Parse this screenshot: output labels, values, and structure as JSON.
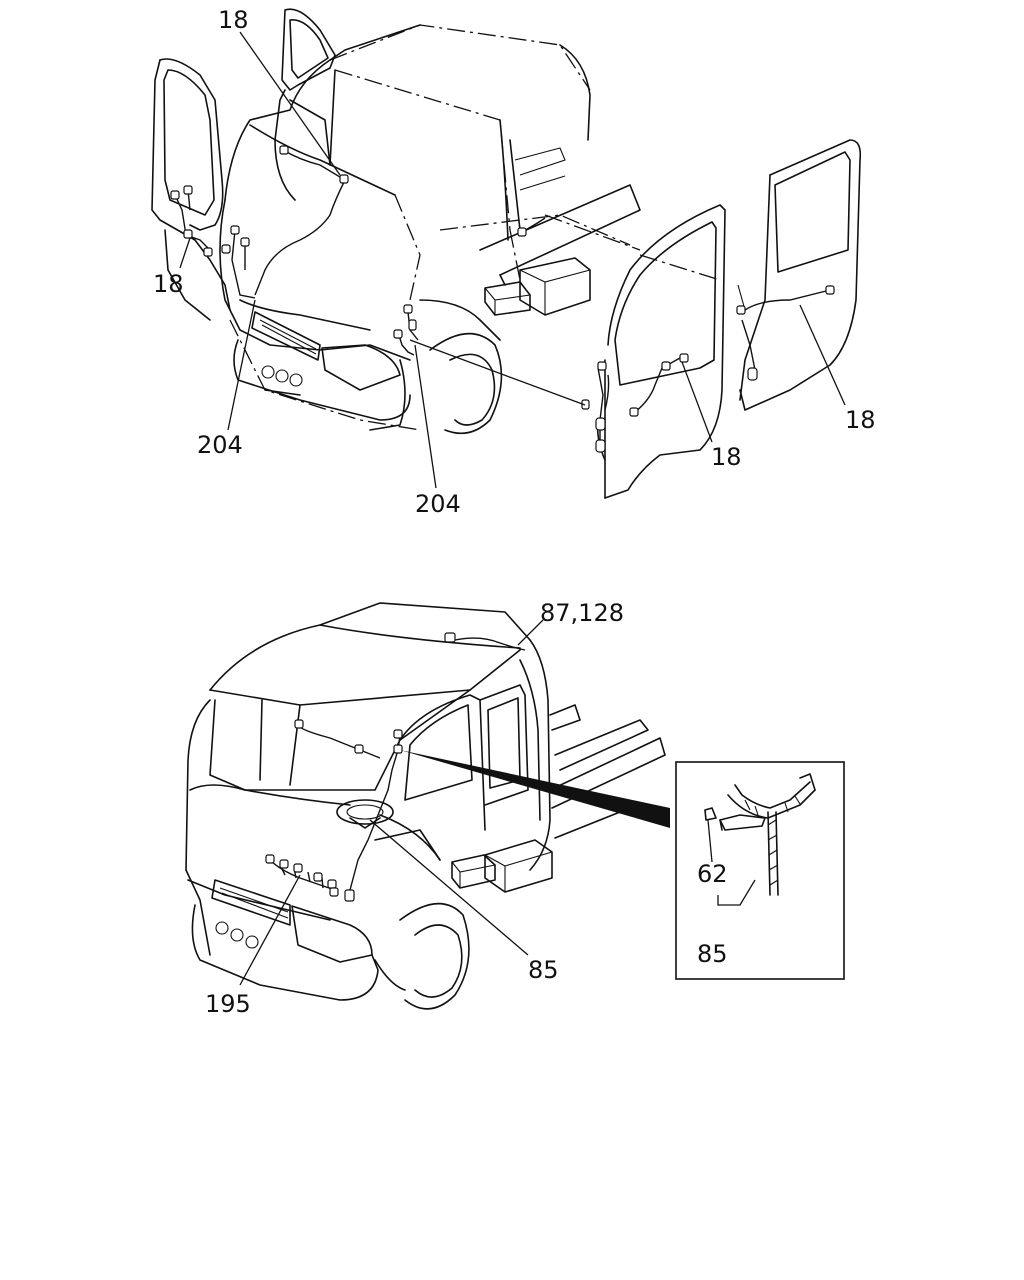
{
  "upper_view": {
    "callouts": [
      {
        "id": "top_left_door",
        "text": "18"
      },
      {
        "id": "left_door_lower",
        "text": "18"
      },
      {
        "id": "harness_left",
        "text": "204"
      },
      {
        "id": "harness_center",
        "text": "204"
      },
      {
        "id": "front_right_door",
        "text": "18"
      },
      {
        "id": "rear_right_door",
        "text": "18"
      }
    ]
  },
  "lower_view": {
    "callouts": [
      {
        "id": "roof_harness",
        "text": "87,128"
      },
      {
        "id": "dash_harness",
        "text": "195"
      },
      {
        "id": "pillar_harness",
        "text": "85"
      }
    ],
    "detail_inset": {
      "callouts": [
        {
          "id": "clip",
          "text": "62"
        },
        {
          "id": "harness",
          "text": "85"
        }
      ]
    }
  }
}
